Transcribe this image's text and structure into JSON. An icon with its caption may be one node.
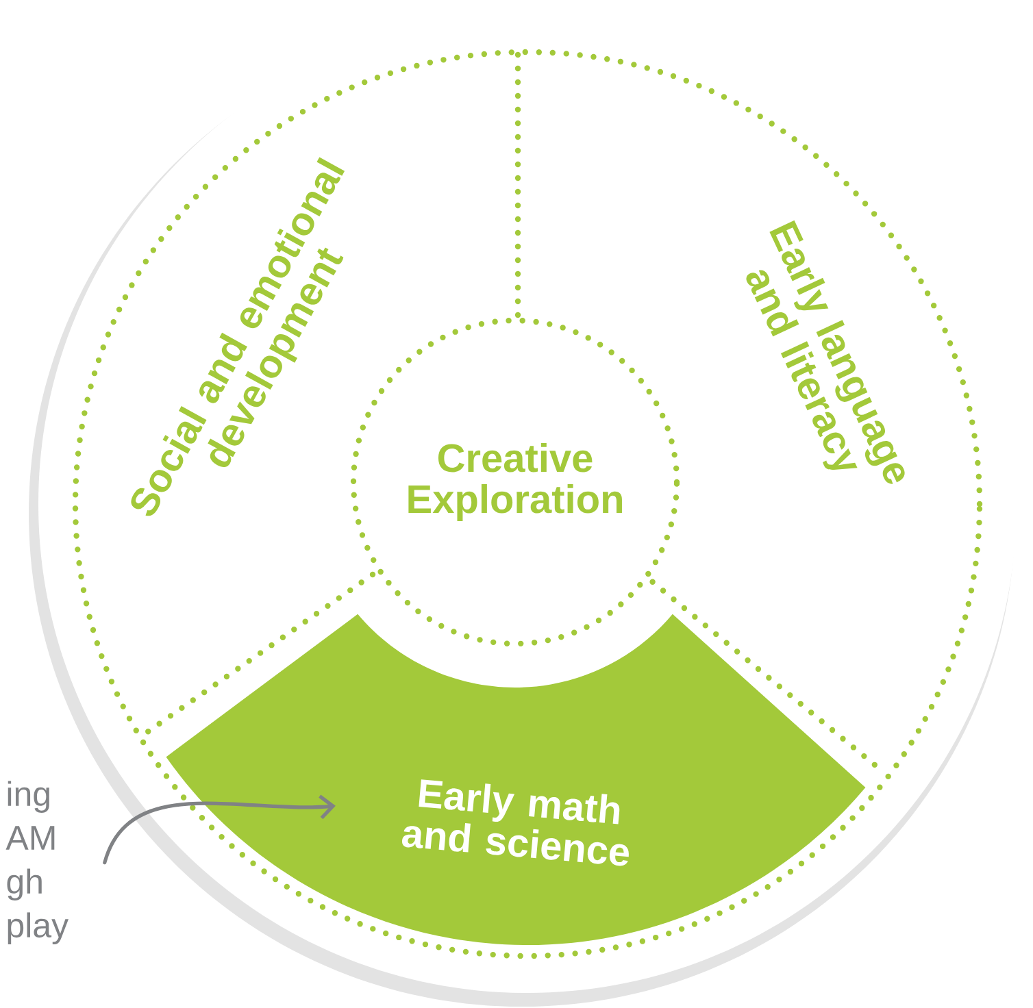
{
  "diagram": {
    "nodes": [
      {
        "text": [
          "Social and emotional development"
        ]
      },
      {
        "text": [
          "Early language and literacy"
        ]
      },
      {
        "text": [
          "Creative Exploration"
        ]
      },
      {
        "text": [
          "Early math and science"
        ]
      },
      {
        "text": [
          "ing AM gh play"
        ]
      }
    ],
    "edges": [
      {
        "from": 4,
        "to": 3,
        "arrow": "to"
      }
    ]
  }
}
